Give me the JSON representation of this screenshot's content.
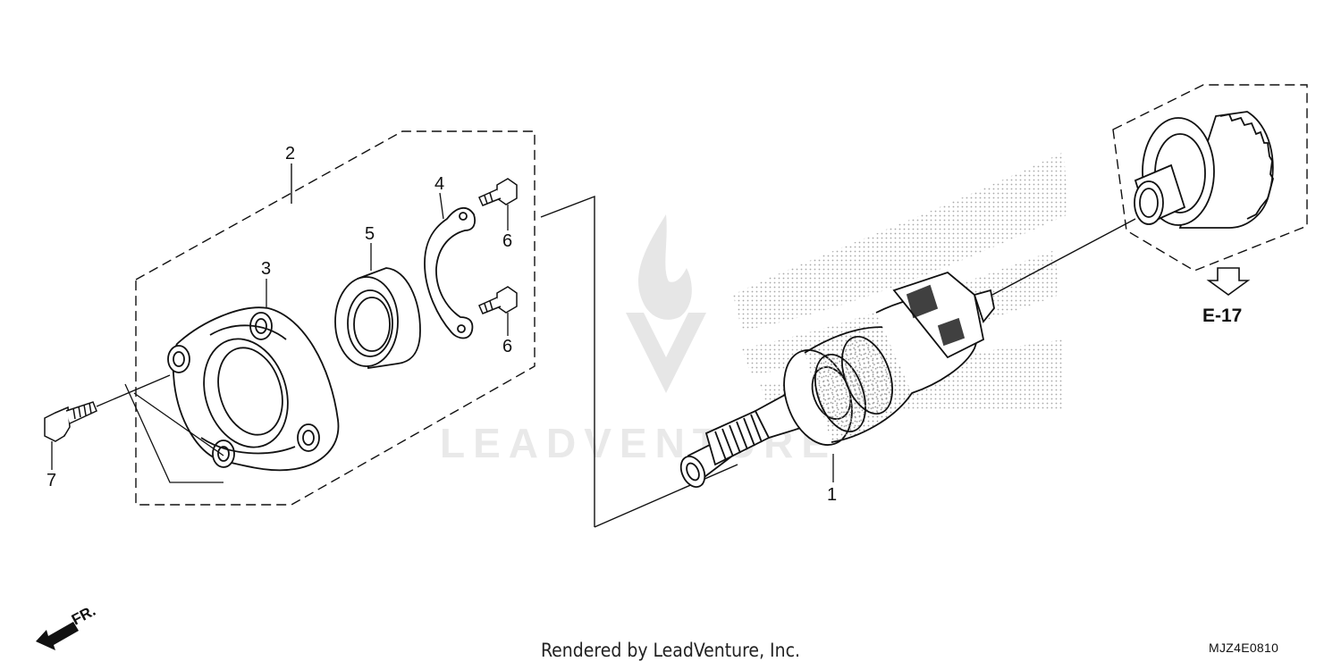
{
  "diagram": {
    "callouts": {
      "part_1": "1",
      "part_2": "2",
      "part_3": "3",
      "part_4": "4",
      "part_5": "5",
      "part_6_upper": "6",
      "part_6_lower": "6",
      "part_7": "7"
    },
    "reference_label": "E-17",
    "front_label": "FR.",
    "watermark_text": "LEADVENTURE"
  },
  "footer": {
    "rendered_by": "Rendered by LeadVenture, Inc.",
    "diagram_code": "MJZ4E0810"
  }
}
